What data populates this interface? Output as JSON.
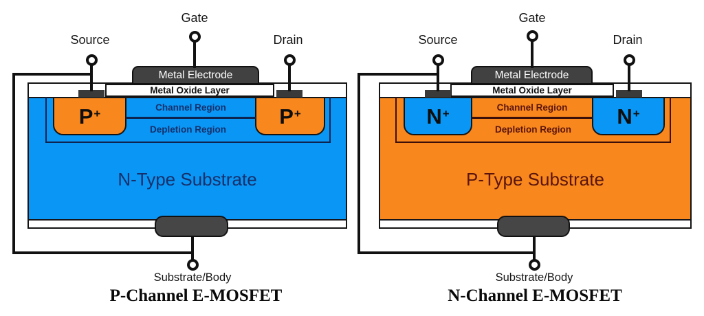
{
  "diagrams": [
    {
      "name": "p-channel-e-mosfet",
      "labels": {
        "gate": "Gate",
        "source": "Source",
        "drain": "Drain",
        "electrode": "Metal Electrode",
        "oxide": "Metal Oxide Layer",
        "channel": "Channel Region",
        "depletion": "Depletion Region",
        "well_base": "P",
        "well_sup": "+",
        "substrate": "N-Type Substrate",
        "body": "Substrate/Body",
        "caption": "P-Channel E-MOSFET"
      },
      "colors": {
        "substrate_fill": "#0a96f4",
        "well_fill": "#f8871e",
        "region_text": "#16306b",
        "region_line": "#0e2450"
      }
    },
    {
      "name": "n-channel-e-mosfet",
      "labels": {
        "gate": "Gate",
        "source": "Source",
        "drain": "Drain",
        "electrode": "Metal Electrode",
        "oxide": "Metal Oxide Layer",
        "channel": "Channel Region",
        "depletion": "Depletion Region",
        "well_base": "N",
        "well_sup": "+",
        "substrate": "P-Type Substrate",
        "body": "Substrate/Body",
        "caption": "N-Channel E-MOSFET"
      },
      "colors": {
        "substrate_fill": "#f8871e",
        "well_fill": "#0a96f4",
        "region_text": "#5a140c",
        "region_line": "#3c0f08"
      }
    }
  ]
}
